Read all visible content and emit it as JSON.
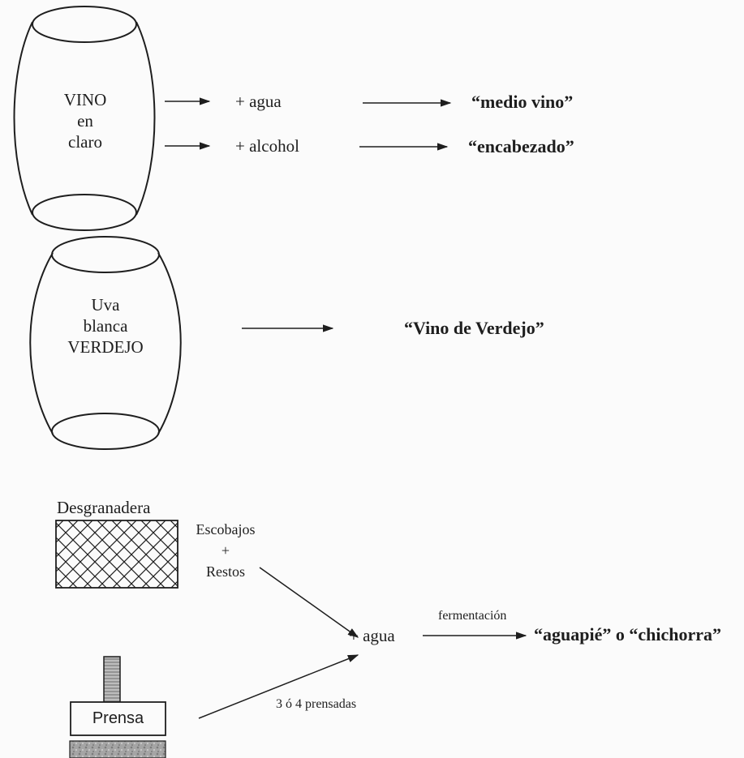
{
  "barrel1": {
    "line1": "VINO",
    "line2": "en",
    "line3": "claro"
  },
  "row_agua": {
    "op": "+ agua",
    "result": "“medio vino”"
  },
  "row_alcohol": {
    "op": "+ alcohol",
    "result": "“encabezado”"
  },
  "barrel2": {
    "line1": "Uva",
    "line2": "blanca",
    "line3": "VERDEJO",
    "result": "“Vino de Verdejo”"
  },
  "process": {
    "desgranadera": "Desgranadera",
    "escobajos": "Escobajos",
    "plus": "+",
    "restos": "Restos",
    "prensa": "Prensa",
    "prensadas": "3 ó 4 prensadas",
    "agua": "+ agua",
    "fermentacion": "fermentación",
    "result": "“aguapié” o “chichorra”"
  },
  "colors": {
    "ink": "#1e1e1e",
    "paper": "#fbfbfb",
    "press_tile": "#9a9a9a"
  }
}
